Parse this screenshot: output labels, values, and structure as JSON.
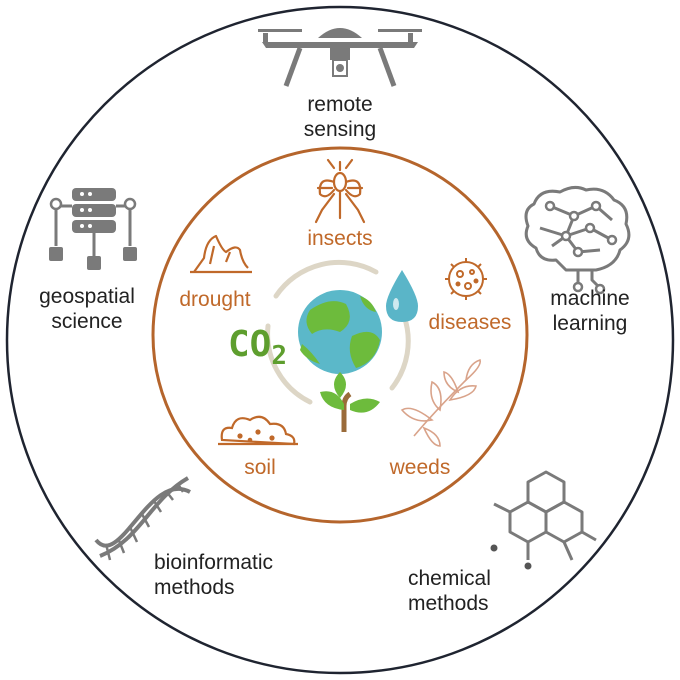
{
  "colors": {
    "outer_ring": "#1f2430",
    "inner_ring": "#B5652C",
    "inner_text": "#C0692A",
    "outer_icon": "#7a7a7a",
    "earth_ocean": "#5BB8C9",
    "earth_land": "#6DBB3C",
    "co2": "#5E9E2E",
    "drop": "#5AB5C8",
    "cycle_ring": "#DDD6C6"
  },
  "outer": {
    "remote_sensing": {
      "line1": "remote",
      "line2": "sensing",
      "icon": "drone-icon"
    },
    "machine_learning": {
      "line1": "machine",
      "line2": "learning",
      "icon": "brain-network-icon"
    },
    "geospatial_science": {
      "line1": "geospatial",
      "line2": "science",
      "icon": "database-network-icon"
    },
    "bioinformatic_methods": {
      "line1": "bioinformatic",
      "line2": "methods",
      "icon": "dna-icon"
    },
    "chemical_methods": {
      "line1": "chemical",
      "line2": "methods",
      "icon": "molecule-icon"
    }
  },
  "inner": {
    "insects": {
      "label": "insects",
      "icon": "mosquito-icon"
    },
    "drought": {
      "label": "drought",
      "icon": "drought-icon"
    },
    "diseases": {
      "label": "diseases",
      "icon": "virus-icon"
    },
    "soil": {
      "label": "soil",
      "icon": "soil-icon"
    },
    "weeds": {
      "label": "weeds",
      "icon": "weed-icon"
    }
  },
  "center": {
    "co2_main": "CO",
    "co2_sub": "2",
    "earth_icon": "earth-icon",
    "sprout_icon": "sprout-icon",
    "drop_icon": "water-drop-icon"
  }
}
